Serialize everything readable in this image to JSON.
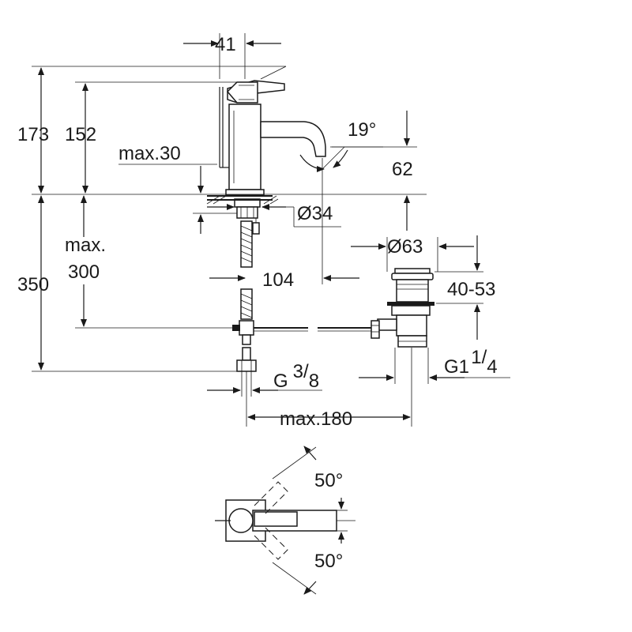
{
  "dimensions": {
    "spout_width": "41",
    "total_height": "173",
    "spout_height": "152",
    "max_deck": "max.30",
    "spout_angle": "19°",
    "spout_reach_height": "62",
    "hole_diameter": "Ø34",
    "max_label": "max.",
    "max_length_value": "300",
    "below_deck": "350",
    "spout_projection": "104",
    "waste_diameter": "Ø63",
    "waste_range": "40-53",
    "waste_thread_base": "G1",
    "waste_thread_num": "1",
    "waste_thread_den": "4",
    "hose_thread_base": "G",
    "hose_thread_num": "3",
    "hose_thread_den": "8",
    "max_waste_distance": "max.180",
    "rotation_left": "50°",
    "rotation_right": "50°"
  }
}
